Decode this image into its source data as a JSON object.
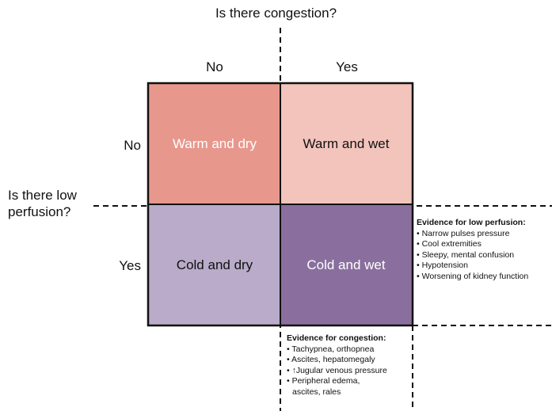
{
  "questions": {
    "congestion": "Is there congestion?",
    "perfusion": "Is there low\nperfusion?"
  },
  "columns": [
    "No",
    "Yes"
  ],
  "rows": [
    "No",
    "Yes"
  ],
  "cells": {
    "warm_dry": "Warm and dry",
    "warm_wet": "Warm and wet",
    "cold_dry": "Cold and dry",
    "cold_wet": "Cold and wet"
  },
  "colors": {
    "warm_dry": "#e8978d",
    "warm_wet": "#f2c4bc",
    "cold_dry": "#b9abc9",
    "cold_wet": "#8a6f9e"
  },
  "low_perfusion_evidence": {
    "title": "Evidence for low perfusion:",
    "items": [
      "Narrow pulses pressure",
      "Cool extremities",
      "Sleepy, mental confusion",
      "Hypotension",
      "Worsening of kidney function"
    ]
  },
  "congestion_evidence": {
    "title": "Evidence for congestion:",
    "items": [
      "Tachypnea, orthopnea",
      "Ascites, hepatomegaly",
      "↑Jugular venous pressure",
      "Peripheral edema,\nascites, rales"
    ]
  }
}
